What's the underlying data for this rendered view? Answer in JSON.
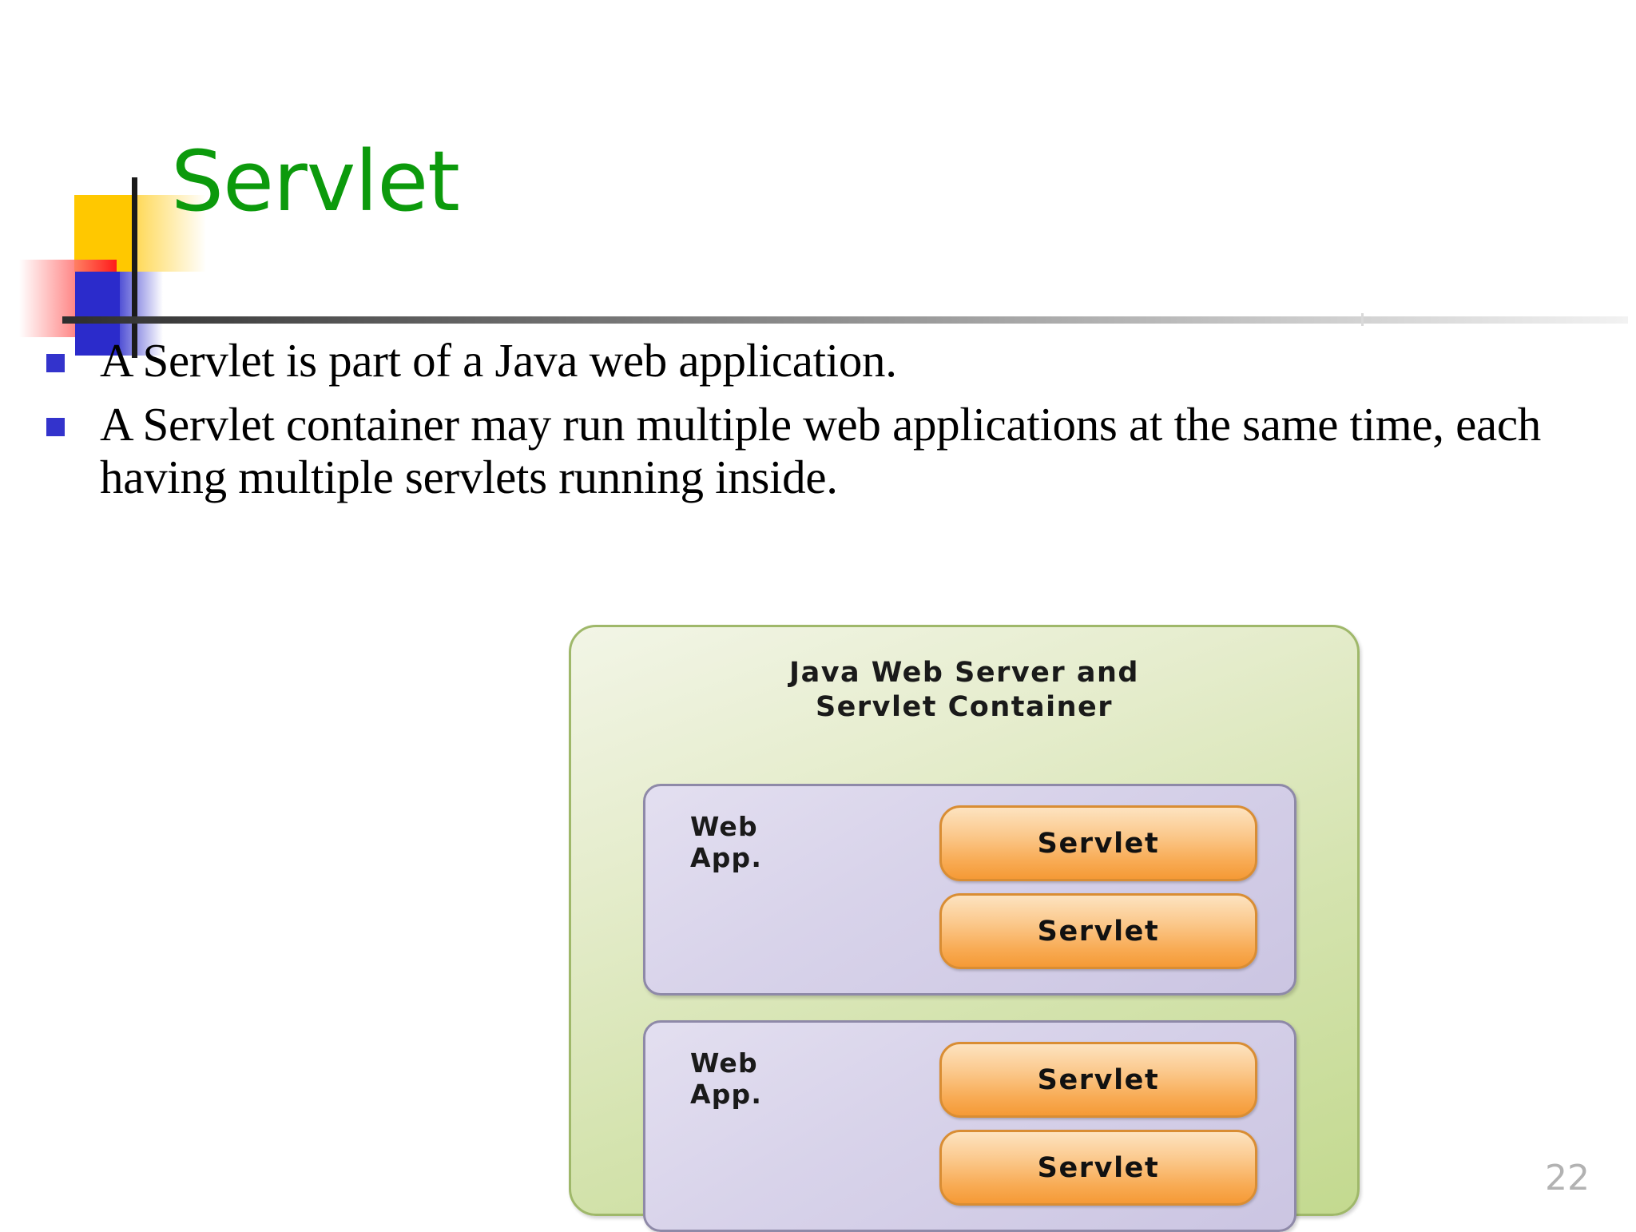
{
  "slide": {
    "title": "Servlet",
    "page_number": "22",
    "title_color": "#0C9A0C",
    "bullet_marker_color": "#3333CC",
    "bullets": [
      "A Servlet is part of a Java web application.",
      "A Servlet container may run multiple web applications at the  same time, each having multiple servlets running inside."
    ]
  },
  "decoration": {
    "yellow_color": "#FFC800",
    "red_color": "#FF1A1A",
    "blue_color": "#2B2BCB",
    "vertical_rule_color": "#1a1a1a",
    "horizontal_rule_color": "#2d2d2d"
  },
  "figure": {
    "container_label_line1": "Java Web Server and",
    "container_label_line2": "Servlet Container",
    "container_color": "#d4e3ae",
    "webapp_color": "#cbc5e2",
    "servlet_color": "#f8ab54",
    "webapps": [
      {
        "label_line1": "Web",
        "label_line2": "App.",
        "servlets": [
          "Servlet",
          "Servlet"
        ]
      },
      {
        "label_line1": "Web",
        "label_line2": "App.",
        "servlets": [
          "Servlet",
          "Servlet"
        ]
      }
    ]
  }
}
